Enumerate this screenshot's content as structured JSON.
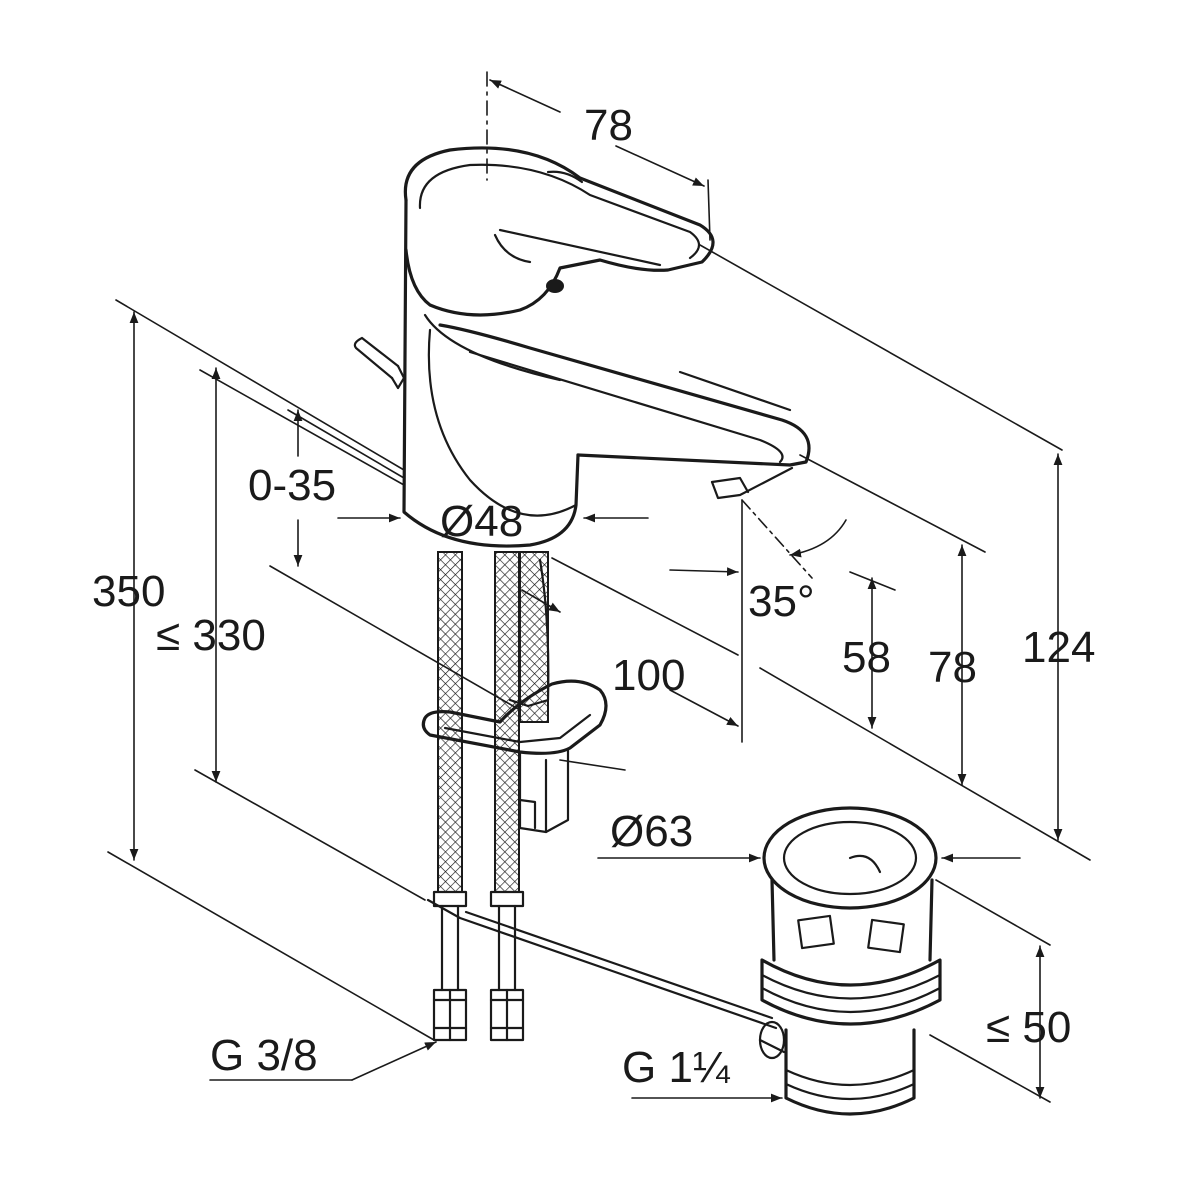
{
  "dimensions": {
    "handle_width": "78",
    "outlet_reach": "100",
    "body_diameter": "Ø48",
    "lever_travel": "0-35",
    "total_height": "350",
    "max_height": "≤ 330",
    "spout_angle": "35°",
    "outlet_height": "58",
    "spout_height": "78",
    "overall_height": "124",
    "drain_diameter": "Ø63",
    "drain_height": "≤ 50",
    "hose_thread": "G 3/8",
    "drain_thread": "G 1¼"
  }
}
